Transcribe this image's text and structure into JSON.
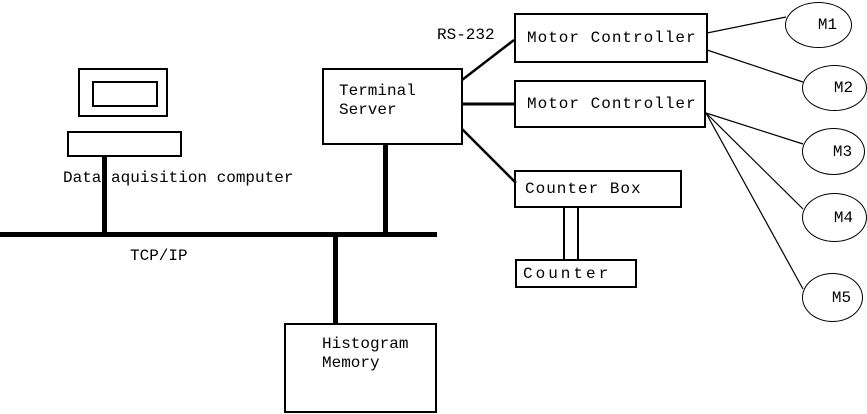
{
  "diagram": {
    "title_implicit": "Instrument control diagram",
    "nodes": {
      "data_acquisition_computer": {
        "label": "Data aquisition computer"
      },
      "terminal_server": {
        "label": "Terminal Server"
      },
      "motor_controller_1": {
        "label": "Motor Controller"
      },
      "motor_controller_2": {
        "label": "Motor Controller"
      },
      "counter_box": {
        "label": "Counter Box"
      },
      "counter": {
        "label": "Counter"
      },
      "histogram_memory": {
        "label": "Histogram Memory"
      },
      "motors": [
        {
          "label": "M1"
        },
        {
          "label": "M2"
        },
        {
          "label": "M3"
        },
        {
          "label": "M4"
        },
        {
          "label": "M5"
        }
      ]
    },
    "connection_labels": {
      "serial": "RS-232",
      "network": "TCP/IP"
    },
    "colors": {
      "stroke": "#000000",
      "background": "#ffffff"
    }
  }
}
